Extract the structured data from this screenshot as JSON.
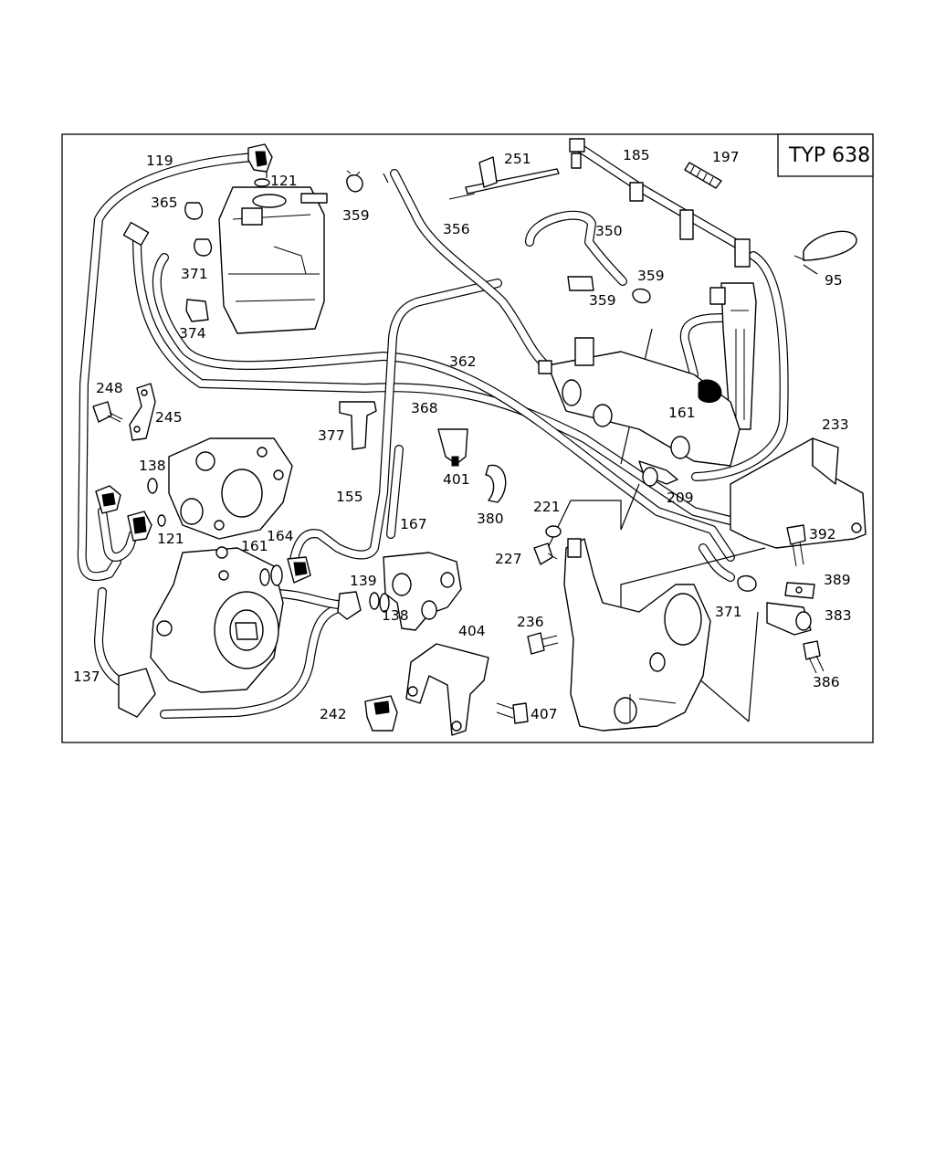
{
  "type_badge": "TYP 638",
  "labels": {
    "l119": "119",
    "l121a": "121",
    "l365": "365",
    "l359a": "359",
    "l251": "251",
    "l185": "185",
    "l197": "197",
    "l356": "356",
    "l350": "350",
    "l95": "95",
    "l371a": "371",
    "l374": "374",
    "l359b": "359",
    "l359c": "359",
    "l362": "362",
    "l248": "248",
    "l245": "245",
    "l368": "368",
    "l377": "377",
    "l161a": "161",
    "l233": "233",
    "l138a": "138",
    "l401": "401",
    "l155": "155",
    "l209": "209",
    "l380": "380",
    "l121b": "121",
    "l221": "221",
    "l167": "167",
    "l164": "164",
    "l161b": "161",
    "l392": "392",
    "l227": "227",
    "l389": "389",
    "l139": "139",
    "l371b": "371",
    "l138b": "138",
    "l383": "383",
    "l404": "404",
    "l236": "236",
    "l137": "137",
    "l386": "386",
    "l242": "242",
    "l407": "407"
  }
}
